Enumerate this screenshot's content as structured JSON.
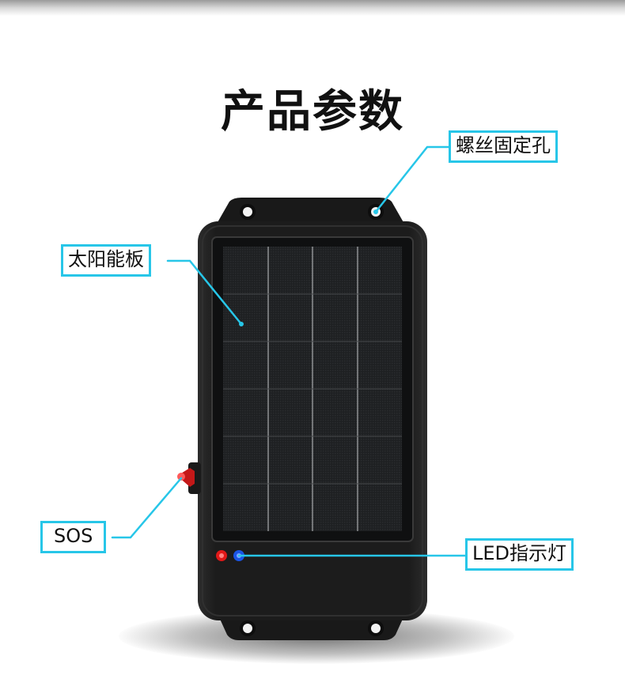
{
  "title": "产品参数",
  "callouts": {
    "screw_hole": "螺丝固定孔",
    "solar_panel": "太阳能板",
    "sos": "SOS",
    "led": "LED指示灯"
  },
  "colors": {
    "accent": "#27c6e8",
    "device_body": "#1a1a1a",
    "panel": "#222426",
    "led_red": "#e01818",
    "led_blue": "#1a55e6"
  }
}
